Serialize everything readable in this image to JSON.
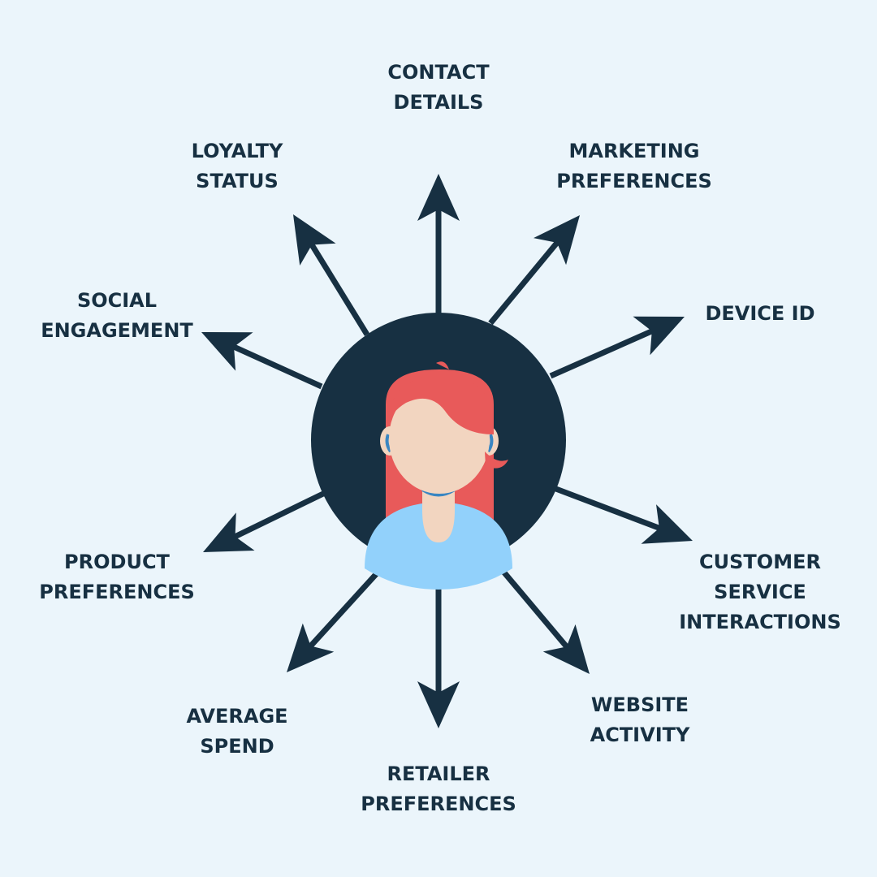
{
  "colors": {
    "background": "#ebf5fb",
    "navy": "#173042",
    "hair": "#e85a5a",
    "skin": "#f2d5c0",
    "shirt": "#92d1fb",
    "accent_blue": "#3a86c2"
  },
  "center_icon": "customer-avatar-icon",
  "labels": {
    "contact_details": [
      "CONTACT",
      "DETAILS"
    ],
    "marketing_preferences": [
      "MARKETING",
      "PREFERENCES"
    ],
    "device_id": [
      "DEVICE ID"
    ],
    "customer_service_interactions": [
      "CUSTOMER",
      "SERVICE",
      "INTERACTIONS"
    ],
    "website_activity": [
      "WEBSITE",
      "ACTIVITY"
    ],
    "retailer_preferences": [
      "RETAILER",
      "PREFERENCES"
    ],
    "average_spend": [
      "AVERAGE",
      "SPEND"
    ],
    "product_preferences": [
      "PRODUCT",
      "PREFERENCES"
    ],
    "social_engagement": [
      "SOCIAL",
      "ENGAGEMENT"
    ],
    "loyalty_status": [
      "LOYALTY",
      "STATUS"
    ]
  }
}
